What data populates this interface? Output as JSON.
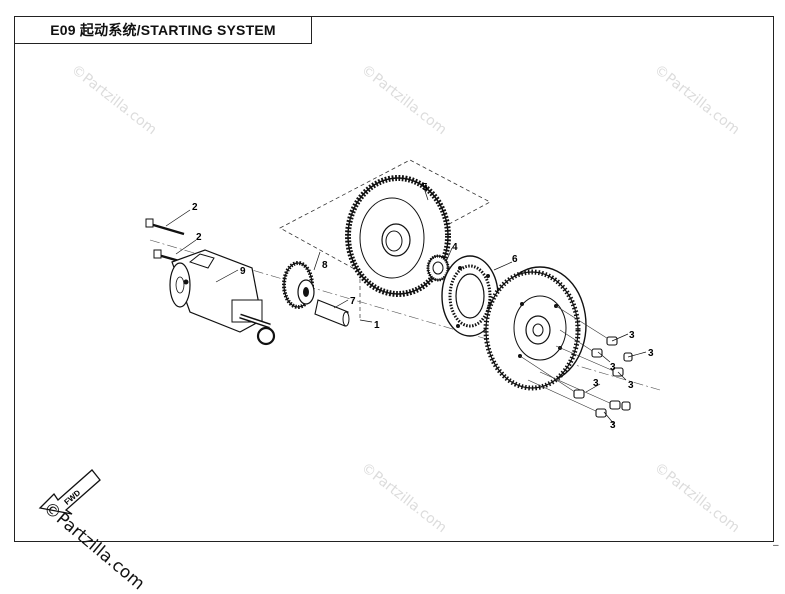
{
  "title": "E09 起动系统/STARTING SYSTEM",
  "watermark_text": "©Partzilla.com",
  "brand_text": "©Partzilla.com",
  "fwd_label": "FWD",
  "corner_mark": "–",
  "callouts": {
    "c1": "1",
    "c2a": "2",
    "c2b": "2",
    "c3a": "3",
    "c3b": "3",
    "c3c": "3",
    "c3d": "3",
    "c3e": "3",
    "c3f": "3",
    "c4": "4",
    "c5": "5",
    "c6": "6",
    "c7": "7",
    "c8": "8",
    "c9": "9"
  }
}
